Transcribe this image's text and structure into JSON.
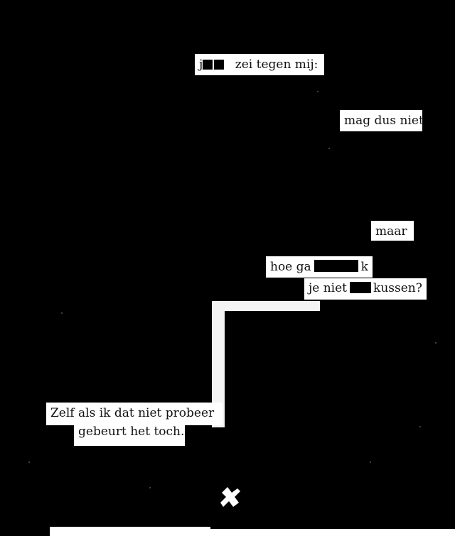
{
  "poem": {
    "line1": {
      "fragment": "je",
      "rest": "zei tegen mij:"
    },
    "line2": "mag dus niet",
    "line3": "maar",
    "line4": {
      "prefix": "hoe ga",
      "suffix": "k"
    },
    "line5": {
      "prefix": "je niet",
      "suffix": "kussen?"
    },
    "line6": "Zelf als ik dat niet probeer",
    "line7": "gebeurt het toch."
  },
  "colors": {
    "background": "#000000",
    "paper": "#ffffff",
    "ink": "#111111"
  }
}
